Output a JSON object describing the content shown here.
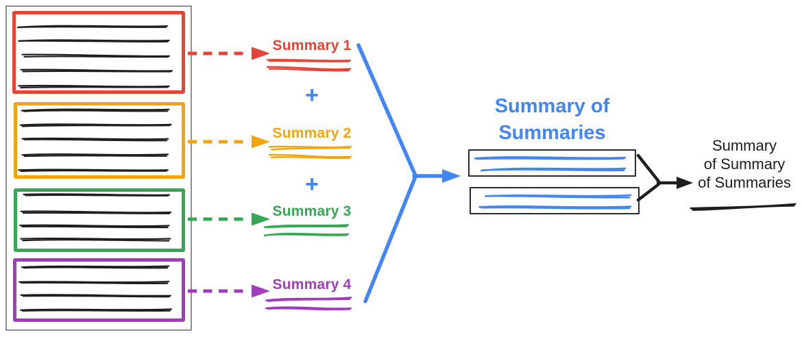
{
  "diagram": {
    "description": "Hierarchical summarization flow diagram",
    "background": "#ffffff"
  },
  "colors": {
    "red": "#e74334",
    "orange": "#f5a40d",
    "green": "#34a853",
    "purple": "#a23bbd",
    "blue": "#4285f4",
    "ink": "#1e1e1e",
    "outer_border": "#8f8f8f",
    "box_border": "#2b2b2b"
  },
  "source_document": {
    "pages": [
      {
        "color": "#e74334",
        "text_lines": 5
      },
      {
        "color": "#f5a40d",
        "text_lines": 5
      },
      {
        "color": "#34a853",
        "text_lines": 4
      },
      {
        "color": "#a23bbd",
        "text_lines": 4
      }
    ]
  },
  "summaries": [
    {
      "label": "Summary 1",
      "color": "#e74334"
    },
    {
      "label": "Summary 2",
      "color": "#f5a40d"
    },
    {
      "label": "Summary 3",
      "color": "#34a853"
    },
    {
      "label": "Summary 4",
      "color": "#a23bbd"
    }
  ],
  "operators": {
    "plus": "+"
  },
  "summary_of_summaries": {
    "title": "Summary of Summaries",
    "title_lines": [
      "Summary of",
      "Summaries"
    ],
    "color": "#4285f4",
    "boxes": [
      {
        "text_lines": 2
      },
      {
        "text_lines": 2
      }
    ]
  },
  "final_summary": {
    "title": "Summary of Summary of Summaries",
    "title_lines": [
      "Summary",
      "of Summary",
      "of Summaries"
    ],
    "color": "#1e1e1e",
    "text_lines": 1
  }
}
